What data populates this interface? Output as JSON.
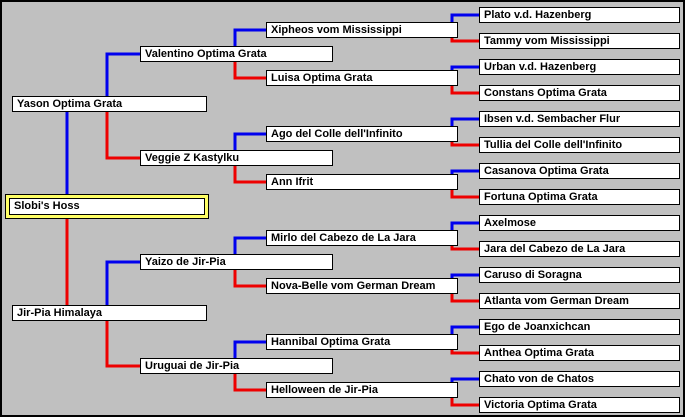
{
  "colors": {
    "background": "#c0c0c0",
    "frame_border": "#000000",
    "box_background": "#ffffff",
    "box_border": "#000000",
    "text": "#000000",
    "sire_line": "#0000ee",
    "dam_line": "#ee0000",
    "subject_highlight": "#ffff66"
  },
  "pedigree": {
    "subject": {
      "name": "Slobi's Hoss"
    },
    "generation1": [
      {
        "name": "Yason Optima Grata",
        "relation": "sire"
      },
      {
        "name": "Jir-Pia Himalaya",
        "relation": "dam"
      }
    ],
    "generation2": [
      {
        "name": "Valentino Optima Grata",
        "relation": "sire"
      },
      {
        "name": "Veggie Z Kastylku",
        "relation": "dam"
      },
      {
        "name": "Yaizo de Jir-Pia",
        "relation": "sire"
      },
      {
        "name": "Uruguai de Jir-Pia",
        "relation": "dam"
      }
    ],
    "generation3": [
      {
        "name": "Xipheos vom Mississippi",
        "relation": "sire"
      },
      {
        "name": "Luisa Optima Grata",
        "relation": "dam"
      },
      {
        "name": "Ago del Colle dell'Infinito",
        "relation": "sire"
      },
      {
        "name": "Ann Ifrit",
        "relation": "dam"
      },
      {
        "name": "Mirlo del Cabezo de La Jara",
        "relation": "sire"
      },
      {
        "name": "Nova-Belle vom German Dream",
        "relation": "dam"
      },
      {
        "name": "Hannibal Optima Grata",
        "relation": "sire"
      },
      {
        "name": "Helloween de Jir-Pia",
        "relation": "dam"
      }
    ],
    "generation4": [
      {
        "name": "Plato v.d. Hazenberg",
        "relation": "sire"
      },
      {
        "name": "Tammy vom Mississippi",
        "relation": "dam"
      },
      {
        "name": "Urban v.d. Hazenberg",
        "relation": "sire"
      },
      {
        "name": "Constans Optima Grata",
        "relation": "dam"
      },
      {
        "name": "Ibsen v.d. Sembacher Flur",
        "relation": "sire"
      },
      {
        "name": "Tullia del Colle dell'Infinito",
        "relation": "dam"
      },
      {
        "name": "Casanova Optima Grata",
        "relation": "sire"
      },
      {
        "name": "Fortuna Optima Grata",
        "relation": "dam"
      },
      {
        "name": "Axelmose",
        "relation": "sire"
      },
      {
        "name": "Jara del Cabezo de La Jara",
        "relation": "dam"
      },
      {
        "name": "Caruso di Soragna",
        "relation": "sire"
      },
      {
        "name": "Atlanta vom German Dream",
        "relation": "dam"
      },
      {
        "name": "Ego de Joanxichcan",
        "relation": "sire"
      },
      {
        "name": "Anthea Optima Grata",
        "relation": "dam"
      },
      {
        "name": "Chato von de Chatos",
        "relation": "sire"
      },
      {
        "name": "Victoria Optima Grata",
        "relation": "dam"
      }
    ]
  }
}
